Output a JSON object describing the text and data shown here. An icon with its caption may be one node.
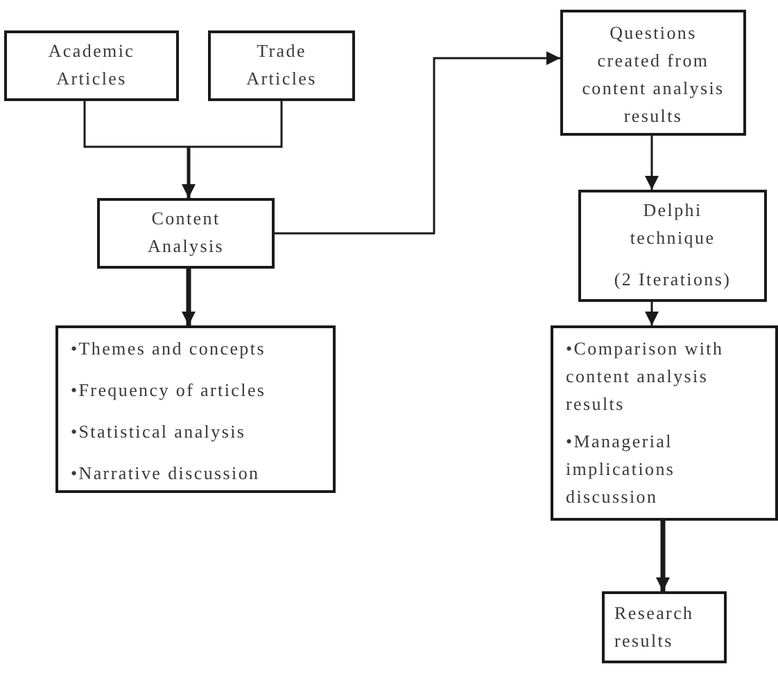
{
  "diagram": {
    "nodes": [
      {
        "text": [
          "Academic Articles"
        ]
      },
      {
        "text": [
          "Trade Articles"
        ]
      },
      {
        "text": [
          "Content Analysis"
        ]
      },
      {
        "text": [
          "•Themes and concepts",
          "•Frequency of articles",
          "•Statistical analysis",
          "•Narrative discussion"
        ]
      },
      {
        "text": [
          "Questions created from content analysis results"
        ]
      },
      {
        "text": [
          "Delphi technique",
          "(2 Iterations)"
        ]
      },
      {
        "text": [
          "•Comparison with content analysis results",
          "•Managerial implications discussion"
        ]
      },
      {
        "text": [
          "Research results"
        ]
      }
    ],
    "edges": [
      {
        "from": 0,
        "to": 2,
        "arrow": "to"
      },
      {
        "from": 1,
        "to": 2,
        "arrow": "to"
      },
      {
        "from": 2,
        "to": 3,
        "arrow": "to",
        "style": "thick"
      },
      {
        "from": 2,
        "to": 4,
        "arrow": "to"
      },
      {
        "from": 4,
        "to": 5,
        "arrow": "to"
      },
      {
        "from": 5,
        "to": 6,
        "arrow": "to"
      },
      {
        "from": 6,
        "to": 7,
        "arrow": "to",
        "style": "thick"
      }
    ]
  }
}
